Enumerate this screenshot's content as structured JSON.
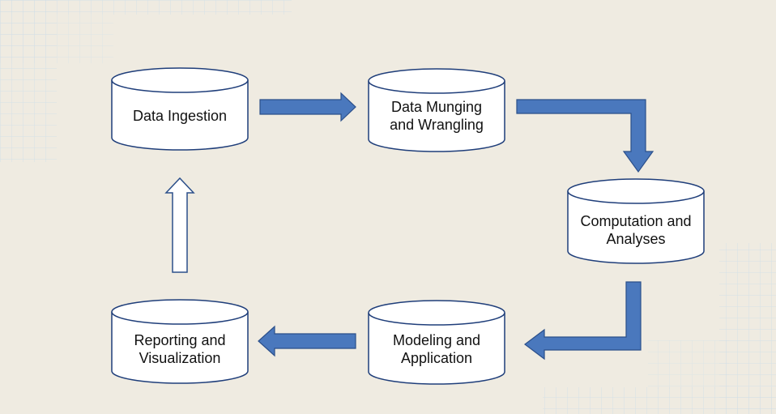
{
  "colors": {
    "background": "#efebe1",
    "grid": "#c9dbe9",
    "node_fill": "#ffffff",
    "node_stroke": "#1f3e7a",
    "arrow_fill": "#4a78bd",
    "arrow_stroke": "#2b4f8a",
    "hollow_arrow_fill": "#ffffff"
  },
  "diagram": {
    "nodes": {
      "ingestion": {
        "line1": "Data Ingestion",
        "line2": ""
      },
      "munging": {
        "line1": "Data Munging",
        "line2": "and Wrangling"
      },
      "computation": {
        "line1": "Computation and",
        "line2": "Analyses"
      },
      "modeling": {
        "line1": "Modeling and",
        "line2": "Application"
      },
      "reporting": {
        "line1": "Reporting and",
        "line2": "Visualization"
      }
    },
    "edges": [
      {
        "from": "Data Ingestion",
        "to": "Data Munging and Wrangling",
        "style": "solid"
      },
      {
        "from": "Data Munging and Wrangling",
        "to": "Computation and Analyses",
        "style": "solid"
      },
      {
        "from": "Computation and Analyses",
        "to": "Modeling and Application",
        "style": "solid"
      },
      {
        "from": "Modeling and Application",
        "to": "Reporting and Visualization",
        "style": "solid"
      },
      {
        "from": "Reporting and Visualization",
        "to": "Data Ingestion",
        "style": "hollow"
      }
    ]
  }
}
